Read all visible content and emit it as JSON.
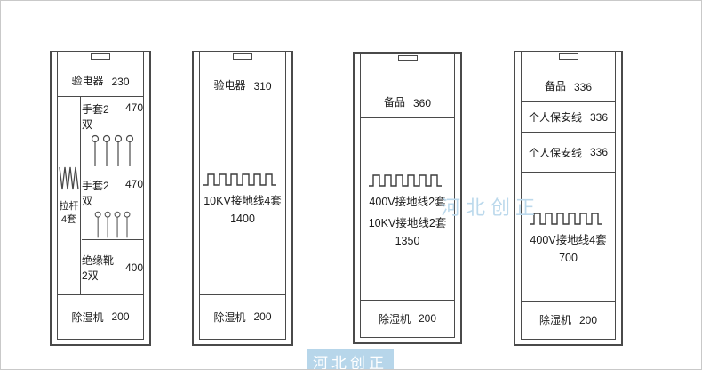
{
  "watermark": {
    "text": "河北创正"
  },
  "cabinet1": {
    "top_row": {
      "label": "验电器",
      "value": "230"
    },
    "pole_column": {
      "line1": "拉杆",
      "line2": "4套"
    },
    "glove_row1": {
      "label": "手套2双",
      "value": "470"
    },
    "glove_row2": {
      "label": "手套2双",
      "value": "470"
    },
    "boots_row": {
      "label": "绝缘靴2双",
      "value": "400"
    },
    "bottom_row": {
      "label": "除湿机",
      "value": "200"
    }
  },
  "cabinet2": {
    "top_row": {
      "label": "验电器",
      "value": "310"
    },
    "middle": {
      "label": "10KV接地线4套",
      "value": "1400"
    },
    "bottom_row": {
      "label": "除湿机",
      "value": "200"
    }
  },
  "cabinet3": {
    "top_row": {
      "label": "备品",
      "value": "360"
    },
    "middle": {
      "label_line1": "400V接地线2套",
      "label_line2": "10KV接地线2套",
      "value": "1350"
    },
    "bottom_row": {
      "label": "除湿机",
      "value": "200"
    }
  },
  "cabinet4": {
    "top_row": {
      "label": "备品",
      "value": "336"
    },
    "safety_row1": {
      "label": "个人保安线",
      "value": "336"
    },
    "safety_row2": {
      "label": "个人保安线",
      "value": "336"
    },
    "middle": {
      "label": "400V接地线4套",
      "value": "700"
    },
    "bottom_row": {
      "label": "除湿机",
      "value": "200"
    }
  }
}
